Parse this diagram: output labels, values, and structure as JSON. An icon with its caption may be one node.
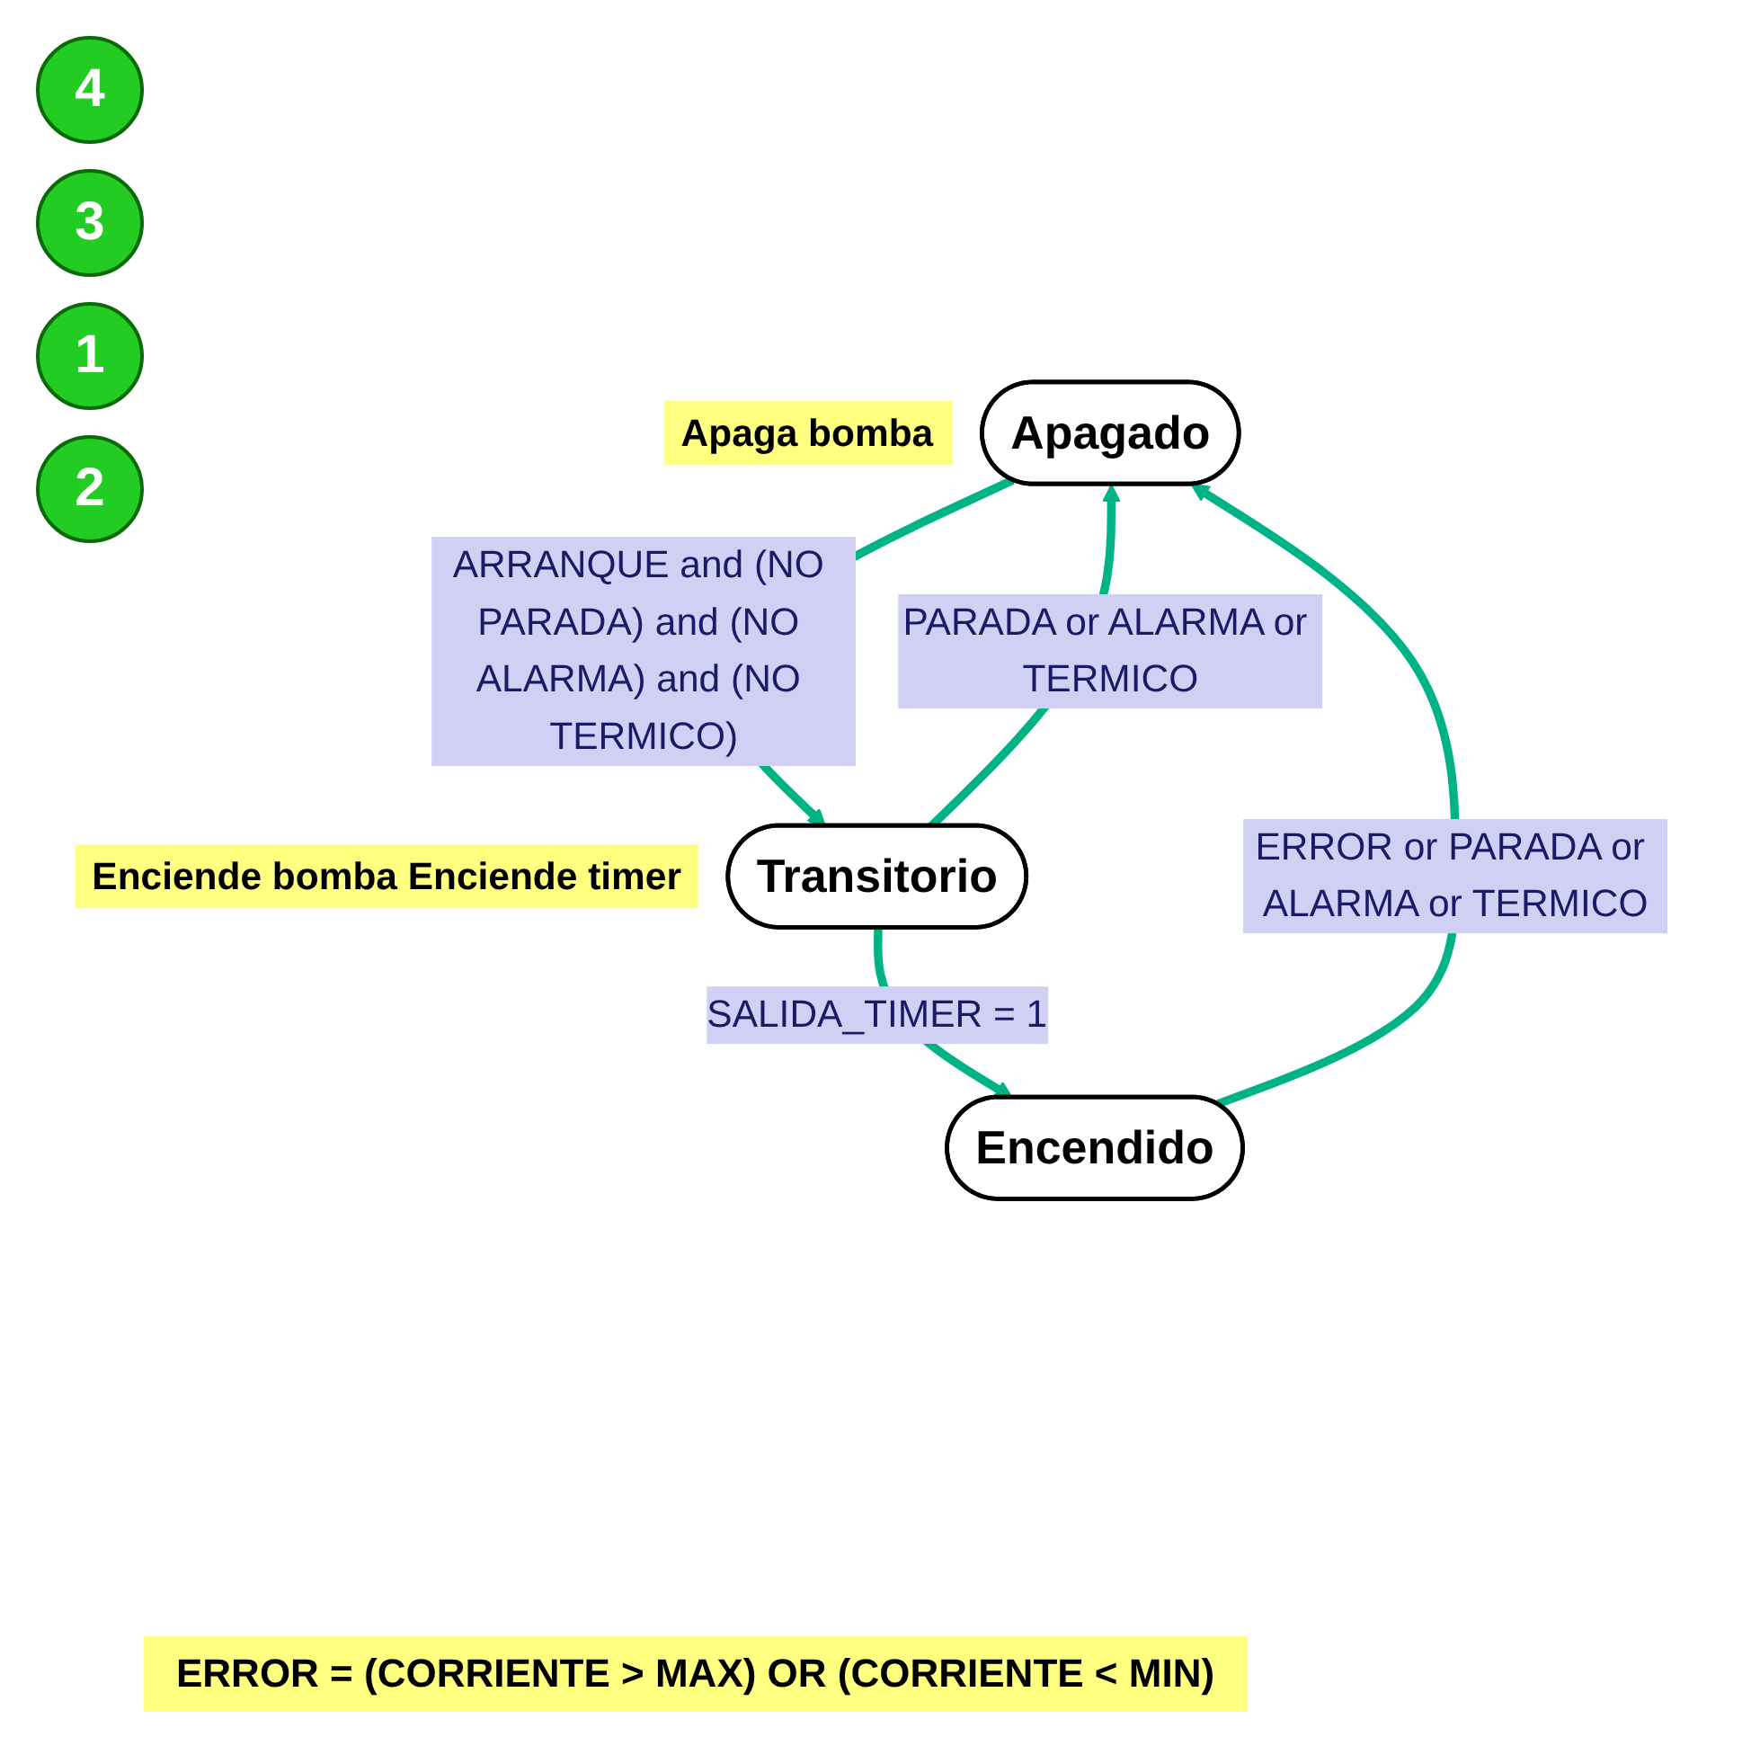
{
  "diagram": {
    "nodes": [
      {
        "text": [
          "Apagado"
        ],
        "beside": [
          "Apaga bomba"
        ]
      },
      {
        "text": [
          "Transitorio"
        ],
        "beside": [
          "Enciende bomba Enciende timer"
        ]
      },
      {
        "text": [
          "Encendido"
        ]
      }
    ],
    "edges": [
      {
        "from": 0,
        "to": 1,
        "arrow": "to",
        "label": "ARRANQUE and (NO PARADA) and (NO ALARMA) and (NO TERMICO)"
      },
      {
        "from": 1,
        "to": 2,
        "arrow": "to",
        "label": "SALIDA_TIMER = 1"
      },
      {
        "from": 1,
        "to": 0,
        "arrow": "to",
        "label": "PARADA or ALARMA or TERMICO"
      },
      {
        "from": 2,
        "to": 0,
        "arrow": "to",
        "label": "ERROR or PARADA or ALARMA or TERMICO"
      }
    ],
    "labels": [
      "4",
      "3",
      "1",
      "2",
      "ERROR = (CORRIENTE > MAX) OR (CORRIENTE < MIN)"
    ]
  }
}
